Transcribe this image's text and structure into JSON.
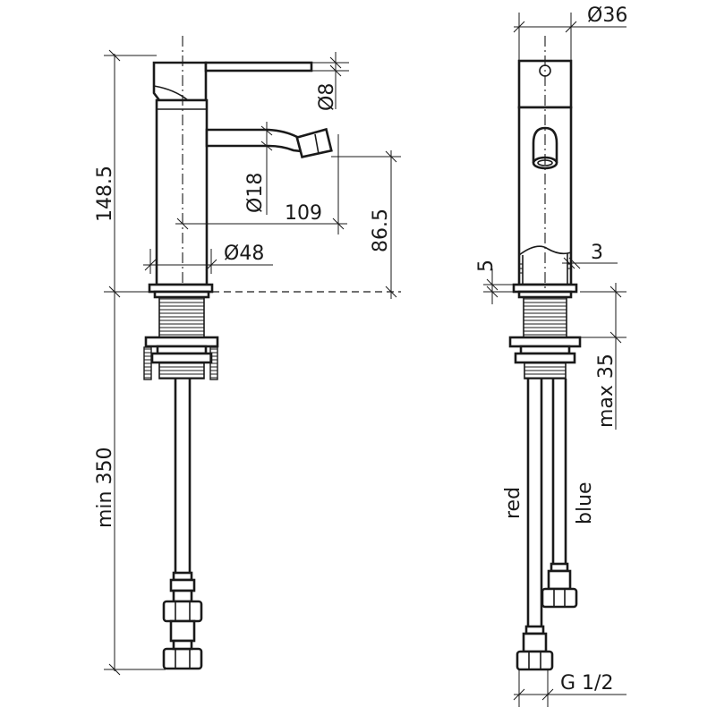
{
  "dimensions": {
    "overall_height": "148.5",
    "lever_diameter": "Ø8",
    "spout_diameter": "Ø18",
    "spout_projection": "109",
    "spout_height": "86.5",
    "body_diameter": "Ø48",
    "hose_length": "min 350",
    "top_diameter": "Ø36",
    "base_gap": "5",
    "wall_thickness": "3",
    "max_counter": "max 35",
    "thread_size": "G 1/2"
  },
  "hoses": {
    "left_label": "red",
    "right_label": "blue"
  }
}
